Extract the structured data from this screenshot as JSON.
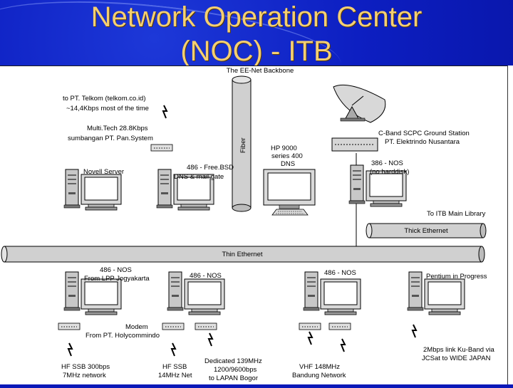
{
  "title": {
    "line1": "Network Operation Center",
    "line2": "(NOC) - ITB"
  },
  "diagram": {
    "heading": "The EE-Net Backbone",
    "backbone_label": "Fiber",
    "thick_ethernet_label": "Thick Ethernet",
    "thin_ethernet_label": "Thin Ethernet",
    "telkom": [
      "to PT. Telkom (telkom.co.id)",
      "~14,4Kbps most of the time"
    ],
    "multitech": [
      "Multi.Tech 28.8Kbps",
      "sumbangan PT. Pan.System"
    ],
    "novell": "Novell Server",
    "freebsd": [
      "486 - Free.BSD",
      "DNS & mail gate"
    ],
    "hp9000": [
      "HP 9000",
      "series 400",
      "DNS"
    ],
    "nos_nohdd": [
      "386 - NOS",
      "(no harddisk)"
    ],
    "cband": [
      "C-Band SCPC Ground Station",
      "PT. Elektrindo Nusantara"
    ],
    "main_library": "To ITB Main Library",
    "lpp": [
      "486 - NOS",
      "From LPP Jogyakarta"
    ],
    "nos2": "486 - NOS",
    "nos3": "486 - NOS",
    "pentium": "Pentium in Progress",
    "modem": [
      "Modem",
      "From PT. Holycommindo"
    ],
    "hf300": [
      "HF SSB 300bps",
      "7MHz network"
    ],
    "hf14": [
      "HF SSB",
      "14MHz Net"
    ],
    "dedicated": [
      "Dedicated 139MHz",
      "1200/9600bps",
      "to LAPAN Bogor"
    ],
    "vhf": [
      "VHF 148MHz",
      "Bandung Network"
    ],
    "kuband": [
      "2Mbps link Ku-Band via",
      "JCSat to WIDE JAPAN"
    ]
  }
}
